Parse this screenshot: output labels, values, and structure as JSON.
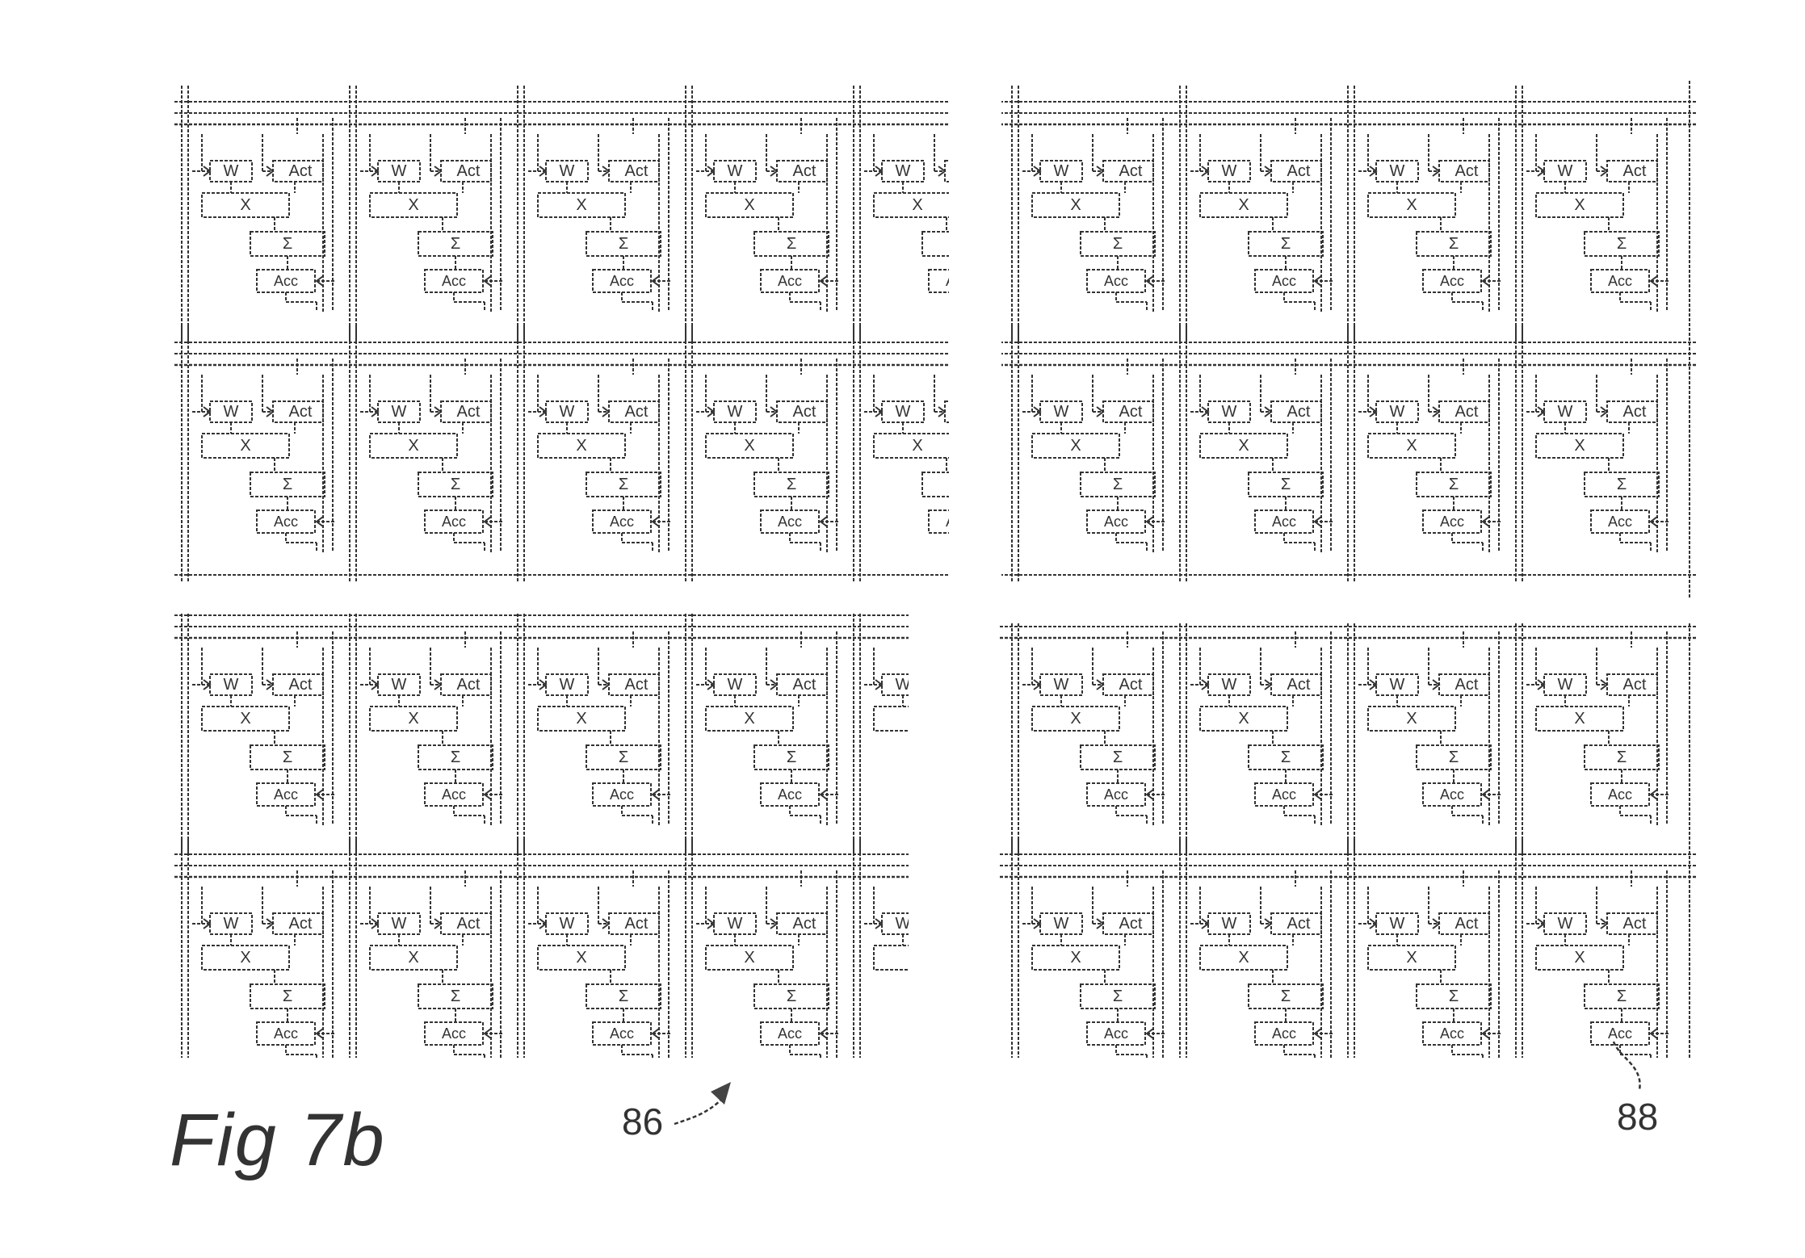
{
  "figure": {
    "title": "Fig 7b",
    "refs": [
      "86",
      "88"
    ],
    "colors": {
      "ink": "#333333",
      "background": "#ffffff"
    }
  },
  "cell": {
    "labels": {
      "weight": "W",
      "activation": "Act",
      "multiply": "X",
      "sum": "Σ",
      "accumulator": "Acc"
    }
  },
  "grid": {
    "blocks": [
      {
        "id": "top-left",
        "rows": 2,
        "cols": 5
      },
      {
        "id": "top-right",
        "rows": 2,
        "cols": 4
      },
      {
        "id": "bottom-left",
        "rows": 2,
        "cols": 5
      },
      {
        "id": "bottom-right",
        "rows": 2,
        "cols": 4
      }
    ]
  }
}
